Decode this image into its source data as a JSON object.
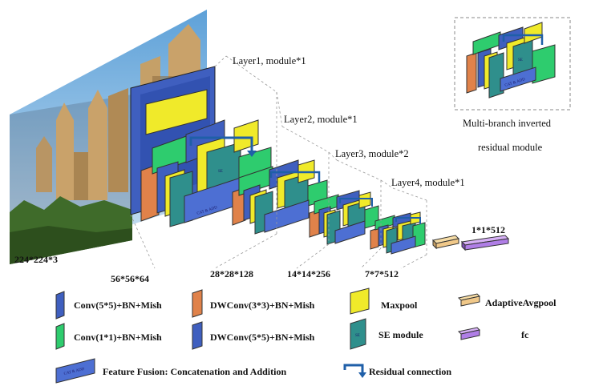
{
  "layers": [
    {
      "label": "Layer1, module*1",
      "size": "56*56*64"
    },
    {
      "label": "Layer2, module*1",
      "size": "28*28*128"
    },
    {
      "label": "Layer3, module*2",
      "size": "14*14*256"
    },
    {
      "label": "Layer4, module*1",
      "size": "7*7*512"
    }
  ],
  "input_size": "224*224*3",
  "output_size": "1*1*512",
  "inset": {
    "line1": "Multi-branch inverted",
    "line2": "residual module"
  },
  "block_text": {
    "se": "SE",
    "cat": "CAT & ADD"
  },
  "legend": [
    {
      "label": "Conv(5*5)+BN+Mish",
      "color": "#3f5fbf"
    },
    {
      "label": "DWConv(3*3)+BN+Mish",
      "color": "#e0824a"
    },
    {
      "label": "Maxpool",
      "color": "#f0ea2a"
    },
    {
      "label": "AdaptiveAvgpool",
      "color": "#f0c889"
    },
    {
      "label": "Conv(1*1)+BN+Mish",
      "color": "#2ecc6e"
    },
    {
      "label": "DWConv(5*5)+BN+Mish",
      "color": "#3f5fbf"
    },
    {
      "label": "SE module",
      "color": "#2f8f8c"
    },
    {
      "label": "fc",
      "color": "#b07ee6"
    },
    {
      "label": "Feature Fusion: Concatenation and Addition",
      "color": "#4d6fd3"
    },
    {
      "label": "Residual connection",
      "color": "#1f5fa8"
    }
  ]
}
